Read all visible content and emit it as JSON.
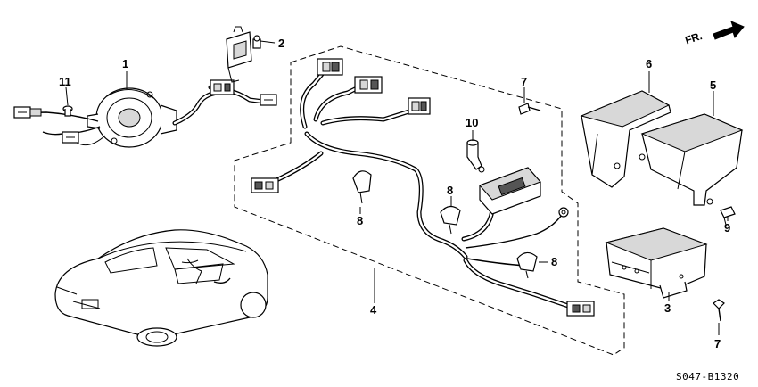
{
  "callouts": {
    "c1": "1",
    "c2": "2",
    "c3": "3",
    "c4": "4",
    "c5": "5",
    "c6": "6",
    "c7a": "7",
    "c7b": "7",
    "c8a": "8",
    "c8b": "8",
    "c8c": "8",
    "c9": "9",
    "c10": "10",
    "c11": "11"
  },
  "direction_label": "FR.",
  "diagram_code": "S047-B1320"
}
